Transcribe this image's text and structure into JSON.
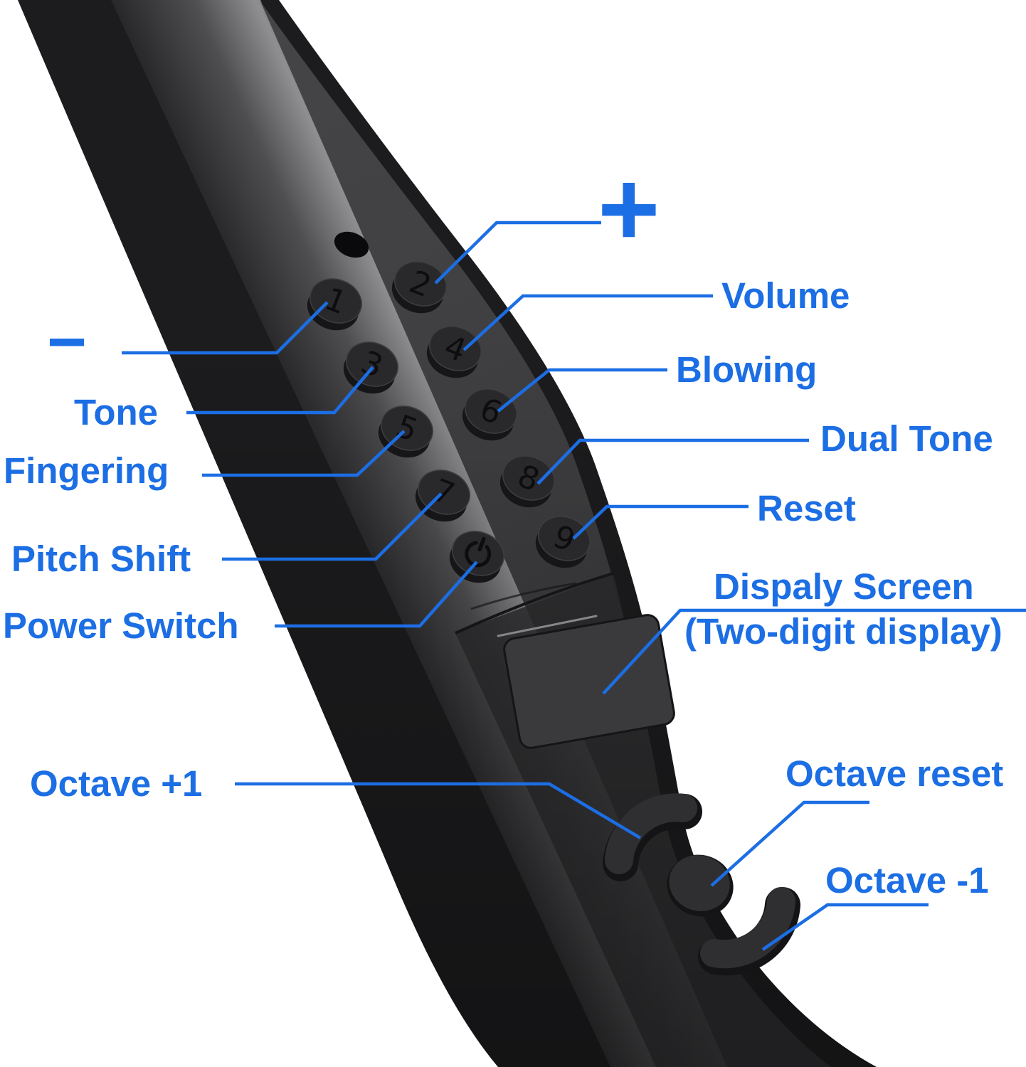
{
  "colors": {
    "accent": "#1c6ee4",
    "background": "#ffffff",
    "device_body": "#3e3e40",
    "device_dark": "#1c1c1e",
    "button": "#29292b"
  },
  "device": {
    "keypad_buttons": [
      "1",
      "2",
      "3",
      "4",
      "5",
      "6",
      "7",
      "8",
      "9"
    ],
    "power_button_icon": "power-icon",
    "octave_buttons": {
      "up": "octave-up",
      "reset": "octave-reset",
      "down": "octave-down"
    }
  },
  "labels": {
    "plus": "+",
    "minus": "−",
    "volume": "Volume",
    "blowing": "Blowing",
    "dual_tone": "Dual Tone",
    "reset": "Reset",
    "display_line1": "Dispaly Screen",
    "display_line2": "(Two-digit display)",
    "octave_reset": "Octave reset",
    "octave_minus": "Octave -1",
    "tone": "Tone",
    "fingering": "Fingering",
    "pitch_shift": "Pitch Shift",
    "power_switch": "Power Switch",
    "octave_plus": "Octave +1"
  }
}
